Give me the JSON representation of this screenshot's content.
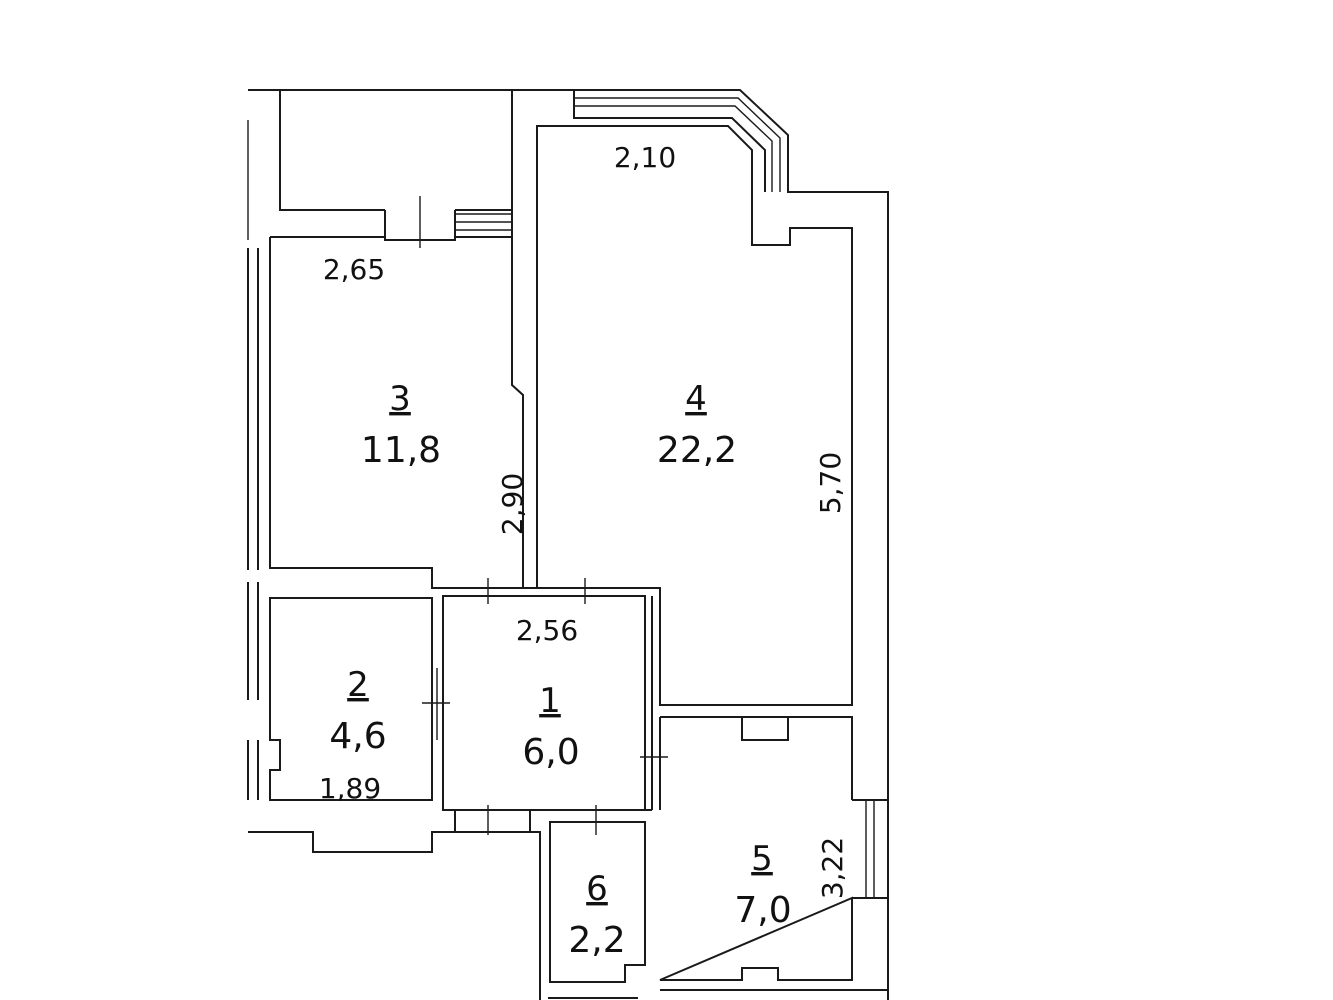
{
  "colors": {
    "background": "#ffffff",
    "line": "#1a1a1a",
    "text": "#111111"
  },
  "rooms": [
    {
      "id": "1",
      "area": "6,0"
    },
    {
      "id": "2",
      "area": "4,6"
    },
    {
      "id": "3",
      "area": "11,8"
    },
    {
      "id": "4",
      "area": "22,2"
    },
    {
      "id": "5",
      "area": "7,0"
    },
    {
      "id": "6",
      "area": "2,2"
    }
  ],
  "dimensions": {
    "room4_top": "2,10",
    "room3_top": "2,65",
    "room3_side": "2,90",
    "room4_side": "5,70",
    "room1_top": "2,56",
    "room2_bottom": "1,89",
    "room5_side": "3,22"
  }
}
